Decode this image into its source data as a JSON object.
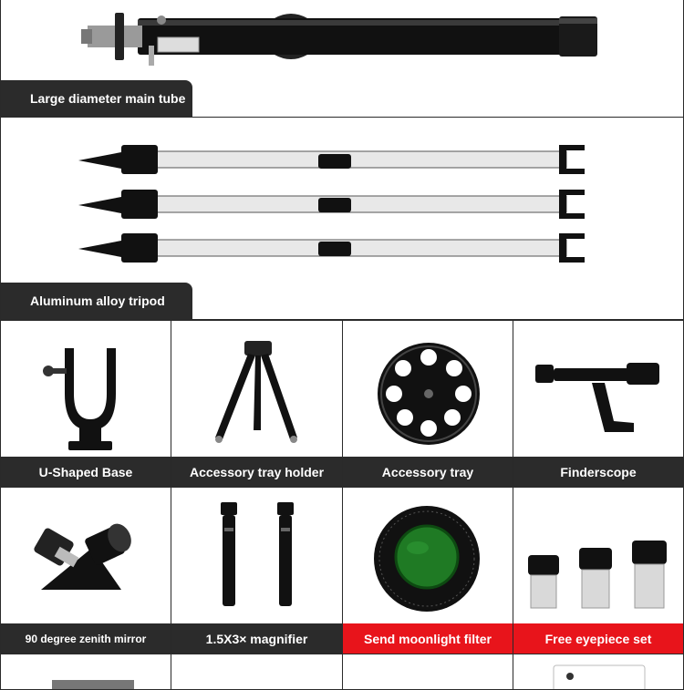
{
  "panels": {
    "main_tube": {
      "label": "Large diameter main tube"
    },
    "tripod": {
      "label": "Aluminum alloy tripod"
    }
  },
  "grid": [
    {
      "label": "U-Shaped Base",
      "icon": "u-shaped-base-icon"
    },
    {
      "label": "Accessory tray holder",
      "icon": "tray-holder-icon"
    },
    {
      "label": "Accessory tray",
      "icon": "accessory-tray-icon"
    },
    {
      "label": "Finderscope",
      "icon": "finderscope-icon"
    },
    {
      "label": "90 degree zenith mirror",
      "icon": "zenith-mirror-icon"
    },
    {
      "label": "1.5X3× magnifier",
      "icon": "magnifier-icon"
    },
    {
      "label": "Send moonlight filter",
      "icon": "moon-filter-icon"
    },
    {
      "label": "Free eyepiece set",
      "icon": "eyepiece-set-icon"
    }
  ],
  "colors": {
    "label_dark": "#2b2b2b",
    "label_red": "#e8141b"
  }
}
